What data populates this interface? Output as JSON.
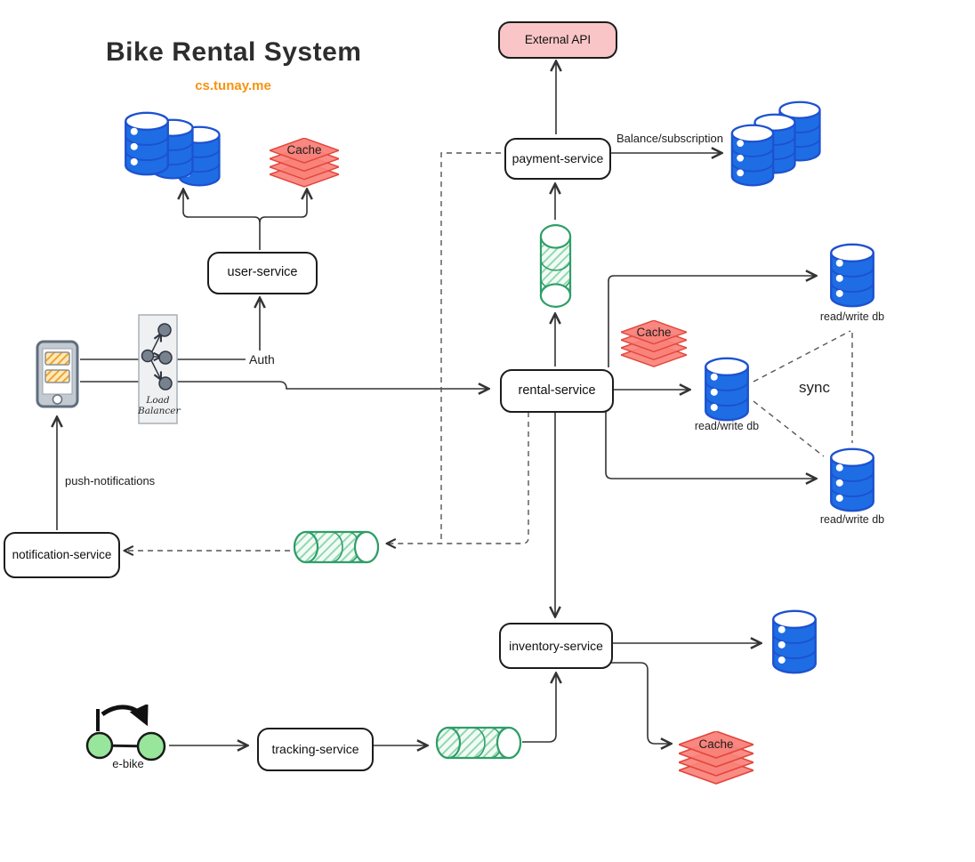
{
  "title": "Bike Rental System",
  "watermark": "cs.tunay.me",
  "services": {
    "external_api": "External API",
    "payment": "payment-service",
    "user": "user-service",
    "rental": "rental-service",
    "inventory": "inventory-service",
    "tracking": "tracking-service",
    "notification": "notification-service"
  },
  "labels": {
    "balance_subscription": "Balance/subscription",
    "auth": "Auth",
    "push_notifications": "push-notifications",
    "sync": "sync",
    "load_balancer": "Load Balancer",
    "e_bike": "e-bike",
    "cache": "Cache",
    "read_write_db": "read/write db"
  },
  "colors": {
    "db_blue": "#1e6de4",
    "db_stroke": "#1d52cf",
    "cache_fill": "#f8827a",
    "cache_stroke": "#e3453b",
    "queue_stroke": "#2f9e68",
    "queue_hatch": "#90d9ae",
    "api_pink": "#f9c5c6",
    "orange": "#f6930f",
    "bike_green": "#97e69b",
    "line": "#333333"
  }
}
